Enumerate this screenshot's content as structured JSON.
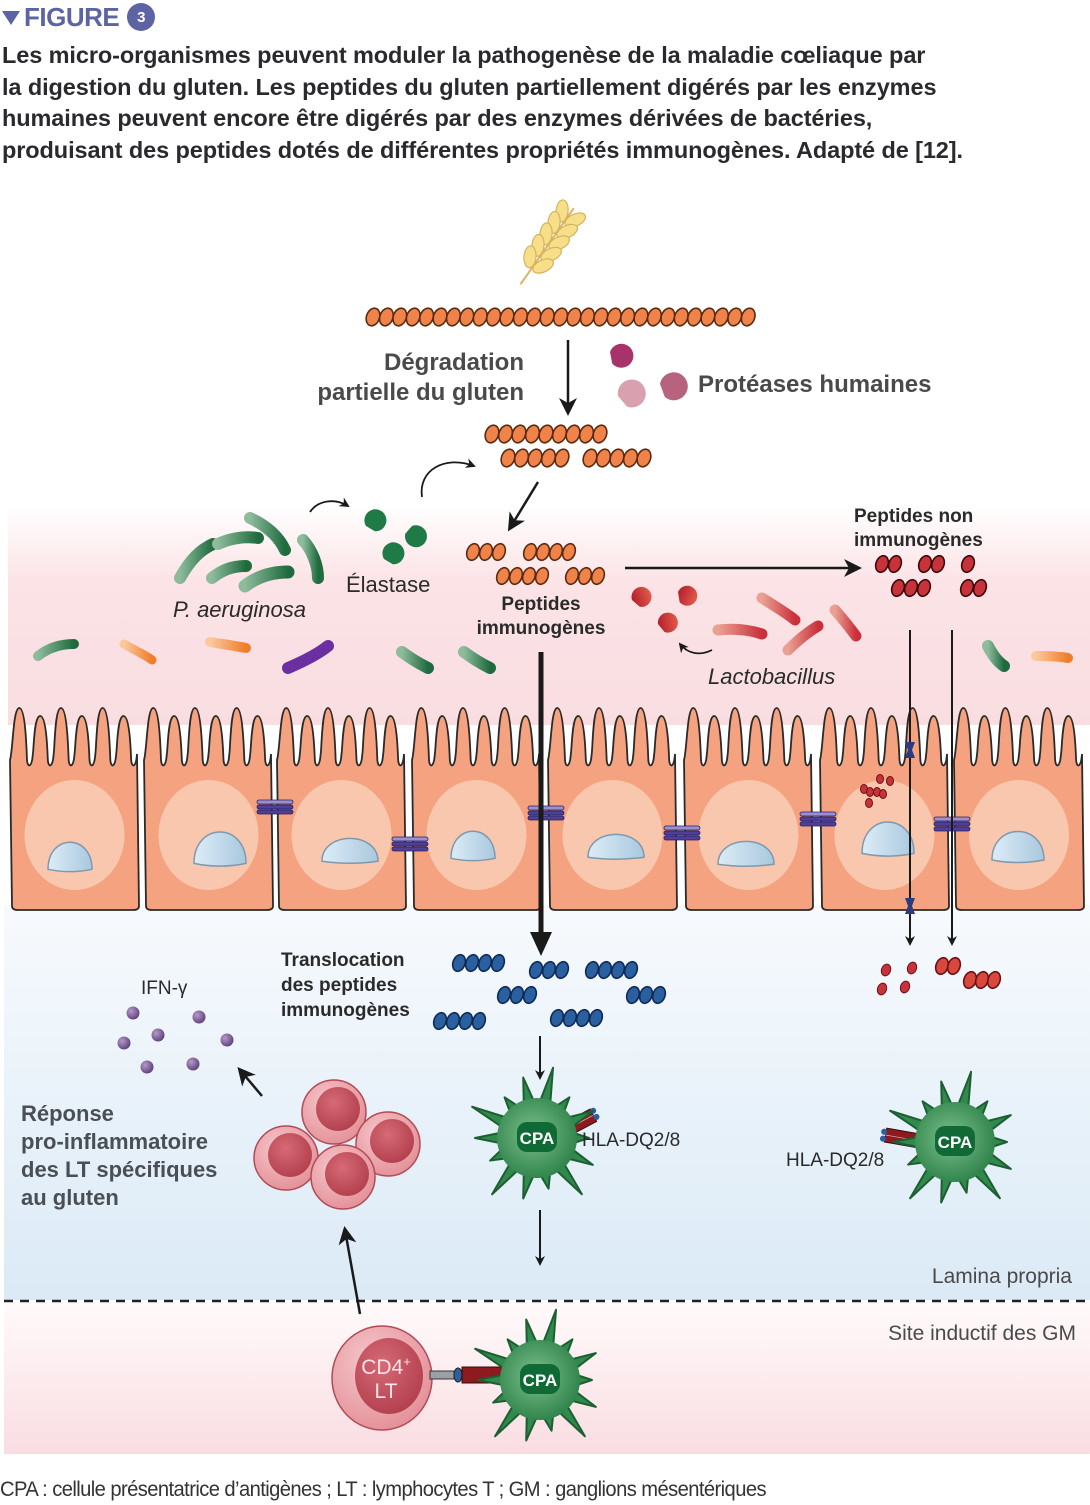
{
  "figure": {
    "label": "FIGURE",
    "number": "3",
    "accent_color": "#5d64a3"
  },
  "caption": {
    "lines": [
      "Les micro-organismes peuvent moduler la pathogenèse de la maladie cœliaque par",
      "la digestion du gluten. Les peptides du gluten partiellement digérés par les enzymes",
      "humaines peuvent encore être digérés par des enzymes dérivées de bactéries,",
      "produisant des peptides dotés de différentes propriétés immunogènes. Adapté de [12]."
    ]
  },
  "diagram": {
    "degradation": [
      "Dégradation",
      "partielle du gluten"
    ],
    "proteases": "Protéases humaines",
    "elastase": "Élastase",
    "p_aeruginosa": "P. aeruginosa",
    "peptides_immuno": [
      "Peptides",
      "immunogènes"
    ],
    "peptides_non_immuno": [
      "Peptides non",
      "immunogènes"
    ],
    "lactobacillus": "Lactobacillus",
    "translocation": [
      "Translocation",
      "des peptides",
      "immunogènes"
    ],
    "ifn": "IFN-γ",
    "reponse": [
      "Réponse",
      "pro-inflammatoire",
      "des LT spécifiques",
      "au gluten"
    ],
    "cpa": "CPA",
    "hla_left": "HLA-DQ2/8",
    "hla_right": "HLA-DQ2/8",
    "lamina_propria": "Lamina propria",
    "site_inductif": "Site inductif des GM",
    "cd4": "CD4",
    "cd4_sup": "+",
    "lt": "LT",
    "colors": {
      "gluten_peptide": "#f0834a",
      "immuno_translocated": "#2a5fa0",
      "non_immuno": "#c8323a",
      "epithelium": "#f4a27f",
      "bacteria_green": "#2e7d4f",
      "cpa_green": "#2f8a4c",
      "tight_junction": "#6a5aa8",
      "ifn_dot": "#6a4a8a"
    }
  },
  "footnote": "CPA : cellule présentatrice d’antigènes ; LT : lymphocytes T ; GM : ganglions mésentériques"
}
